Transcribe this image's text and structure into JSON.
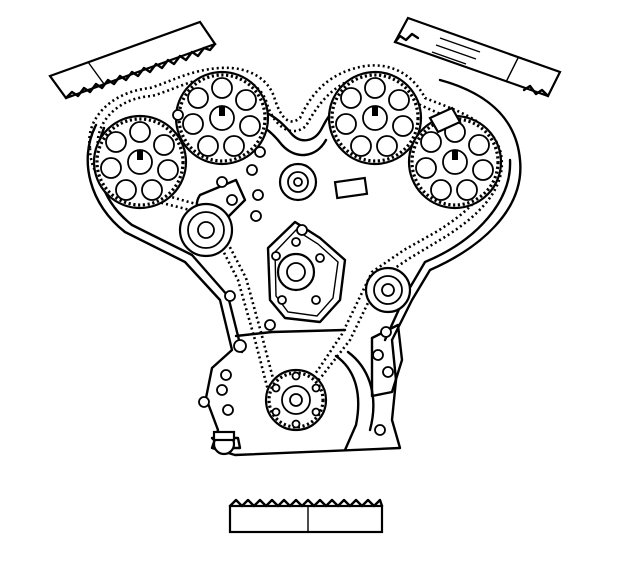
{
  "diagram": {
    "timing_belt_gears": [
      {
        "id": "left-outer-cam"
      },
      {
        "id": "left-inner-cam"
      },
      {
        "id": "right-inner-cam"
      },
      {
        "id": "right-outer-cam"
      }
    ],
    "belt_strips": [
      {
        "id": "top-left"
      },
      {
        "id": "top-right"
      },
      {
        "id": "bottom"
      }
    ]
  }
}
